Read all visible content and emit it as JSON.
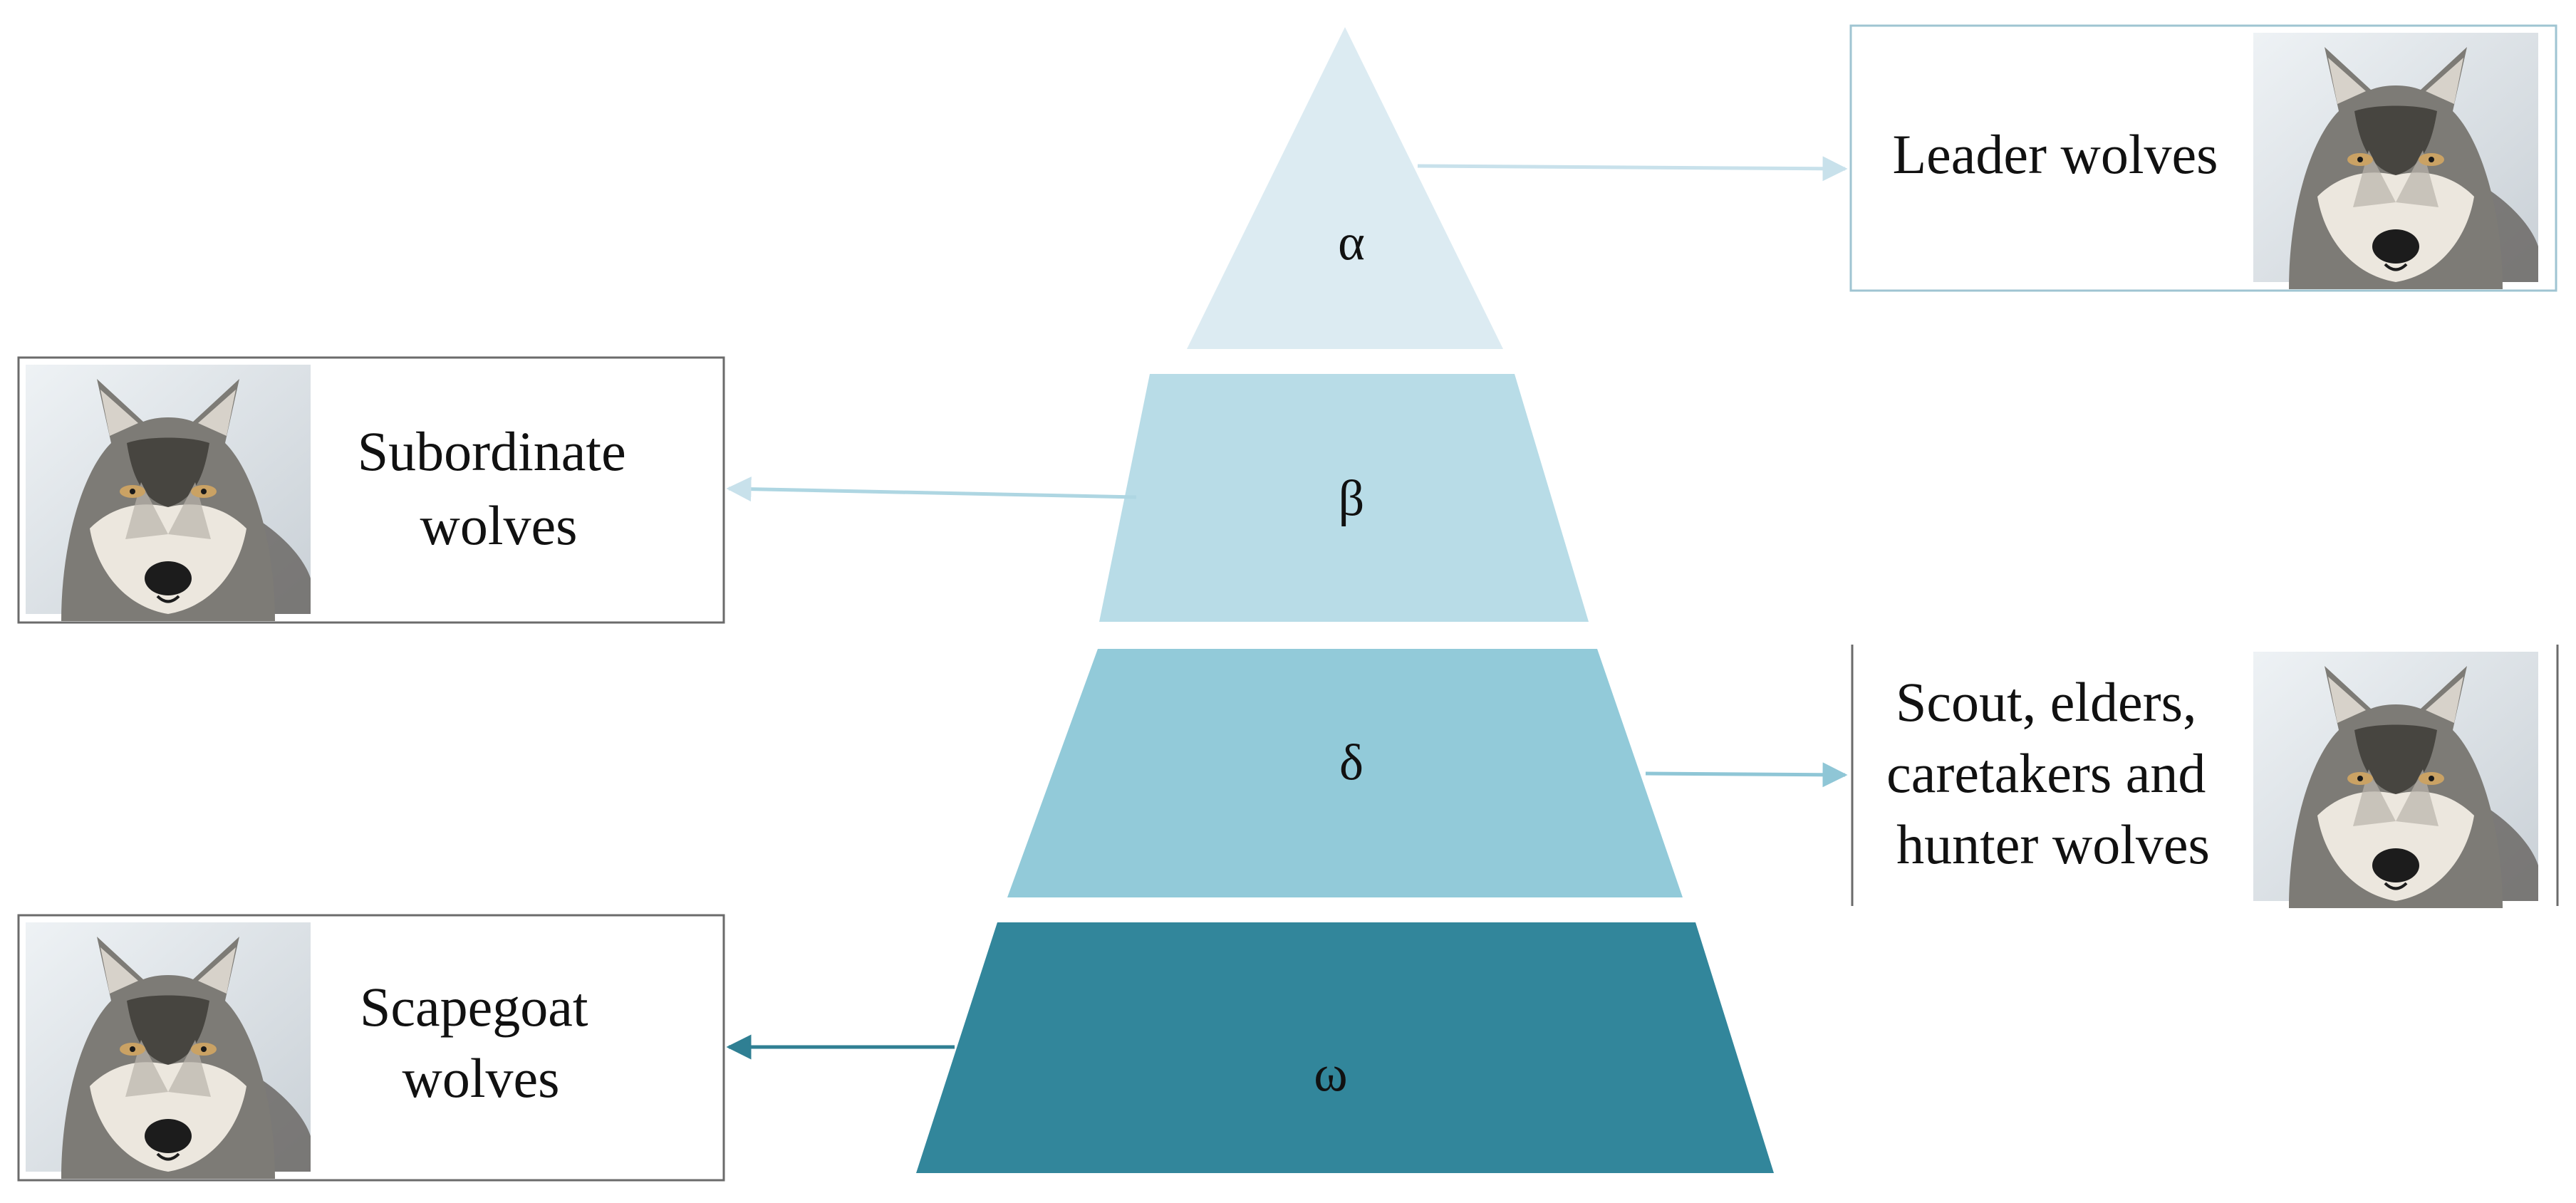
{
  "pyramid": {
    "levels": [
      {
        "symbol": "α",
        "color": "#dcebf2"
      },
      {
        "symbol": "β",
        "color": "#b8dce7"
      },
      {
        "symbol": "δ",
        "color": "#92cad9"
      },
      {
        "symbol": "ω",
        "color": "#32869b"
      }
    ]
  },
  "boxes": {
    "leader": {
      "lines": [
        "Leader wolves"
      ]
    },
    "subordinate": {
      "lines": [
        "Subordinate",
        "wolves"
      ]
    },
    "scout": {
      "lines": [
        "Scout, elders,",
        "caretakers and",
        "hunter wolves"
      ]
    },
    "scapegoat": {
      "lines": [
        "Scapegoat",
        "wolves"
      ]
    }
  },
  "images": {
    "wolf": "wolf-portrait-icon"
  }
}
